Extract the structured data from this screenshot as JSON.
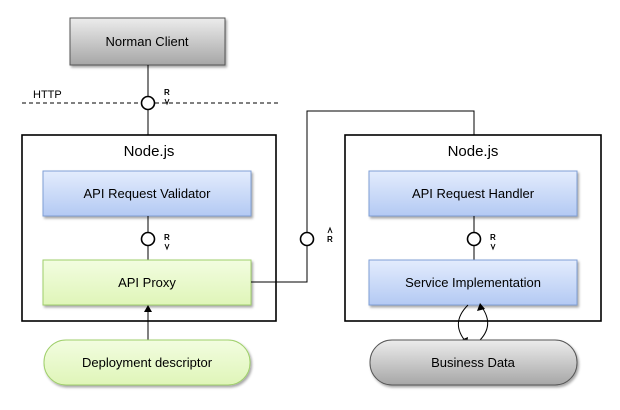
{
  "client": {
    "label": "Norman  Client"
  },
  "http": {
    "label": "HTTP"
  },
  "left_container": {
    "title": "Node.js",
    "validator": "API Request Validator",
    "proxy": "API Proxy"
  },
  "right_container": {
    "title": "Node.js",
    "handler": "API Request Handler",
    "service": "Service Implementation"
  },
  "descriptor": {
    "label": "Deployment descriptor"
  },
  "business_data": {
    "label": "Business Data"
  },
  "markers": {
    "r": "R"
  },
  "colors": {
    "blue_box_top": "#e3ecfd",
    "blue_box_bottom": "#b3c9f3",
    "blue_box_border": "#7f9fd6",
    "green_box": "#ecfad2",
    "green_box_border": "#9fcf6b",
    "grey_box_top": "#e6e6e6",
    "grey_box_bottom": "#a8a8a8",
    "line": "#000000"
  }
}
